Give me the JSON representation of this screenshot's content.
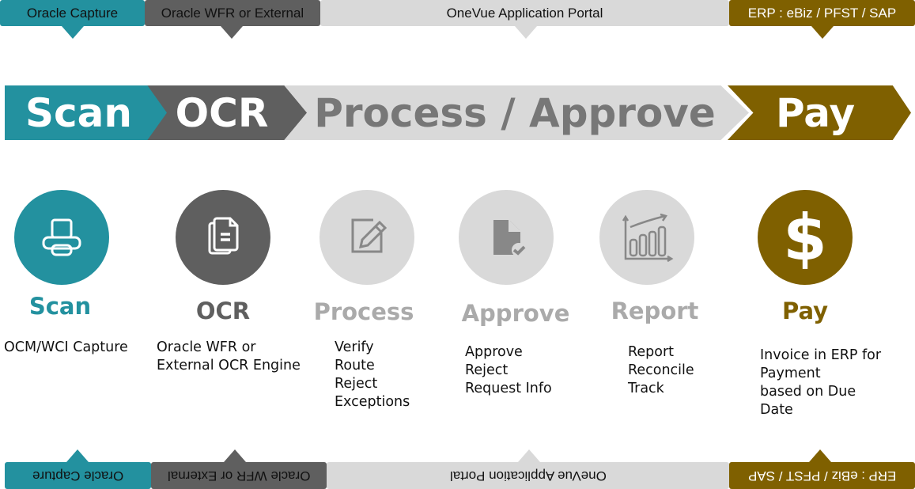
{
  "colors": {
    "teal": "#23919f",
    "dark": "#5f5f5f",
    "light": "#d9d9d9",
    "gold": "#7f6000"
  },
  "top_tags": [
    "Oracle Capture",
    "Oracle WFR or External",
    "OneVue Application Portal",
    "ERP : eBiz / PFST / SAP"
  ],
  "bottom_tags": [
    "Oracle Capture",
    "Oracle WFR or External",
    "OneVue Application Portal",
    "ERP : eBiz / PFST / SAP"
  ],
  "chevrons": [
    "Scan",
    "OCR",
    "Process / Approve",
    "Pay"
  ],
  "steps": [
    {
      "title": "Scan",
      "icon": "printer-icon",
      "desc": [
        "OCM/WCI Capture"
      ]
    },
    {
      "title": "OCR",
      "icon": "documents-icon",
      "desc": [
        "Oracle WFR or",
        "External OCR Engine"
      ]
    },
    {
      "title": "Process",
      "icon": "edit-icon",
      "desc": [
        "Verify",
        "Route",
        "Reject",
        "Exceptions"
      ]
    },
    {
      "title": "Approve",
      "icon": "document-check-icon",
      "desc": [
        "Approve",
        "Reject",
        "Request Info"
      ]
    },
    {
      "title": "Report",
      "icon": "chart-icon",
      "desc": [
        "Report",
        "Reconcile",
        "Track"
      ]
    },
    {
      "title": "Pay",
      "icon": "dollar-icon",
      "desc": [
        "Invoice in ERP for",
        "Payment",
        "based on Due",
        "Date"
      ]
    }
  ]
}
